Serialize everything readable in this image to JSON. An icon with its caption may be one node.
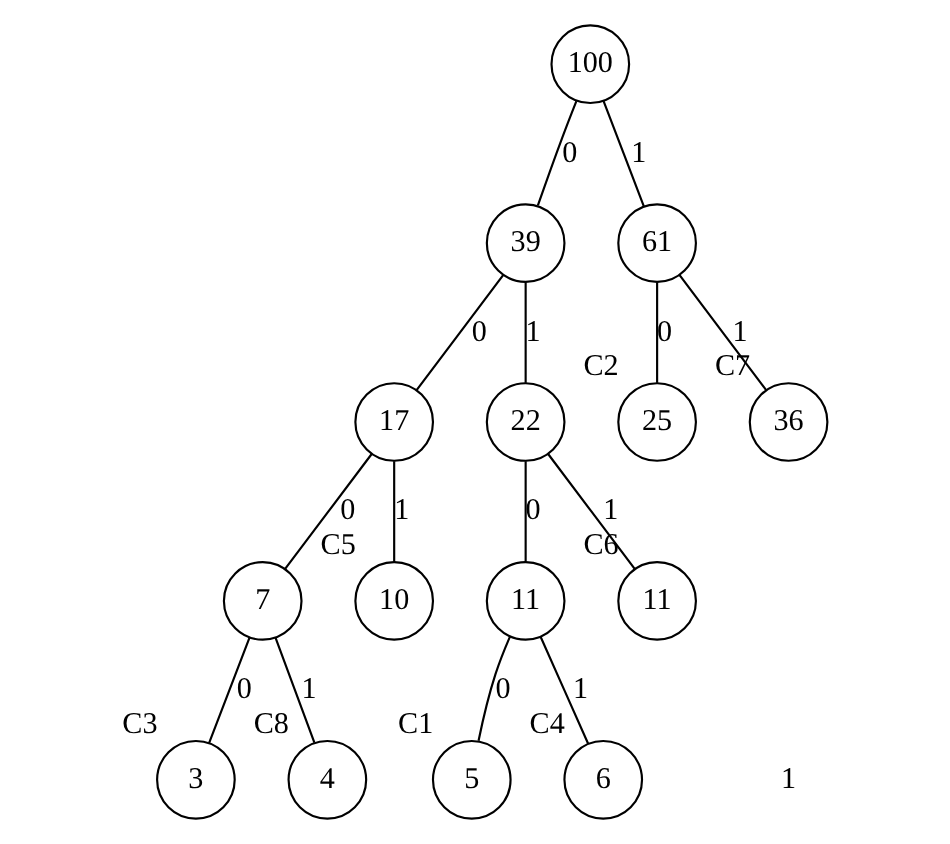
{
  "diagram": {
    "nodes": [
      {
        "text": [
          "100"
        ]
      },
      {
        "text": [
          "39"
        ]
      },
      {
        "text": [
          "61"
        ]
      },
      {
        "text": [
          "17"
        ]
      },
      {
        "text": [
          "22"
        ]
      },
      {
        "text": [
          "25"
        ],
        "beside": [
          "C2"
        ]
      },
      {
        "text": [
          "36"
        ],
        "beside": [
          "C7"
        ]
      },
      {
        "text": [
          "7"
        ]
      },
      {
        "text": [
          "10"
        ],
        "beside": [
          "C5"
        ]
      },
      {
        "text": [
          "11"
        ]
      },
      {
        "text": [
          "11"
        ],
        "beside": [
          "C6"
        ]
      },
      {
        "text": [
          "3"
        ],
        "beside": [
          "C3"
        ]
      },
      {
        "text": [
          "4"
        ],
        "beside": [
          "C8"
        ]
      },
      {
        "text": [
          "5"
        ],
        "beside": [
          "C1"
        ]
      },
      {
        "text": [
          "6"
        ],
        "beside": [
          "C4"
        ]
      }
    ],
    "edges": [
      {
        "from": 0,
        "to": 1,
        "arrow": "none",
        "label": "0"
      },
      {
        "from": 0,
        "to": 2,
        "arrow": "none",
        "label": "1"
      },
      {
        "from": 1,
        "to": 3,
        "arrow": "none",
        "label": "0"
      },
      {
        "from": 1,
        "to": 4,
        "arrow": "none",
        "label": "1"
      },
      {
        "from": 2,
        "to": 5,
        "arrow": "none",
        "label": "0"
      },
      {
        "from": 2,
        "to": 6,
        "arrow": "none",
        "label": "1"
      },
      {
        "from": 3,
        "to": 7,
        "arrow": "none",
        "label": "0"
      },
      {
        "from": 3,
        "to": 8,
        "arrow": "none",
        "label": "1"
      },
      {
        "from": 4,
        "to": 9,
        "arrow": "none",
        "label": "0"
      },
      {
        "from": 4,
        "to": 10,
        "arrow": "none",
        "label": "1"
      },
      {
        "from": 7,
        "to": 11,
        "arrow": "none",
        "label": "0"
      },
      {
        "from": 7,
        "to": 12,
        "arrow": "none",
        "label": "1"
      },
      {
        "from": 9,
        "to": 13,
        "arrow": "none",
        "label": "0"
      },
      {
        "from": 9,
        "to": 14,
        "arrow": "none",
        "label": "1"
      }
    ],
    "labels": [
      "1"
    ]
  }
}
